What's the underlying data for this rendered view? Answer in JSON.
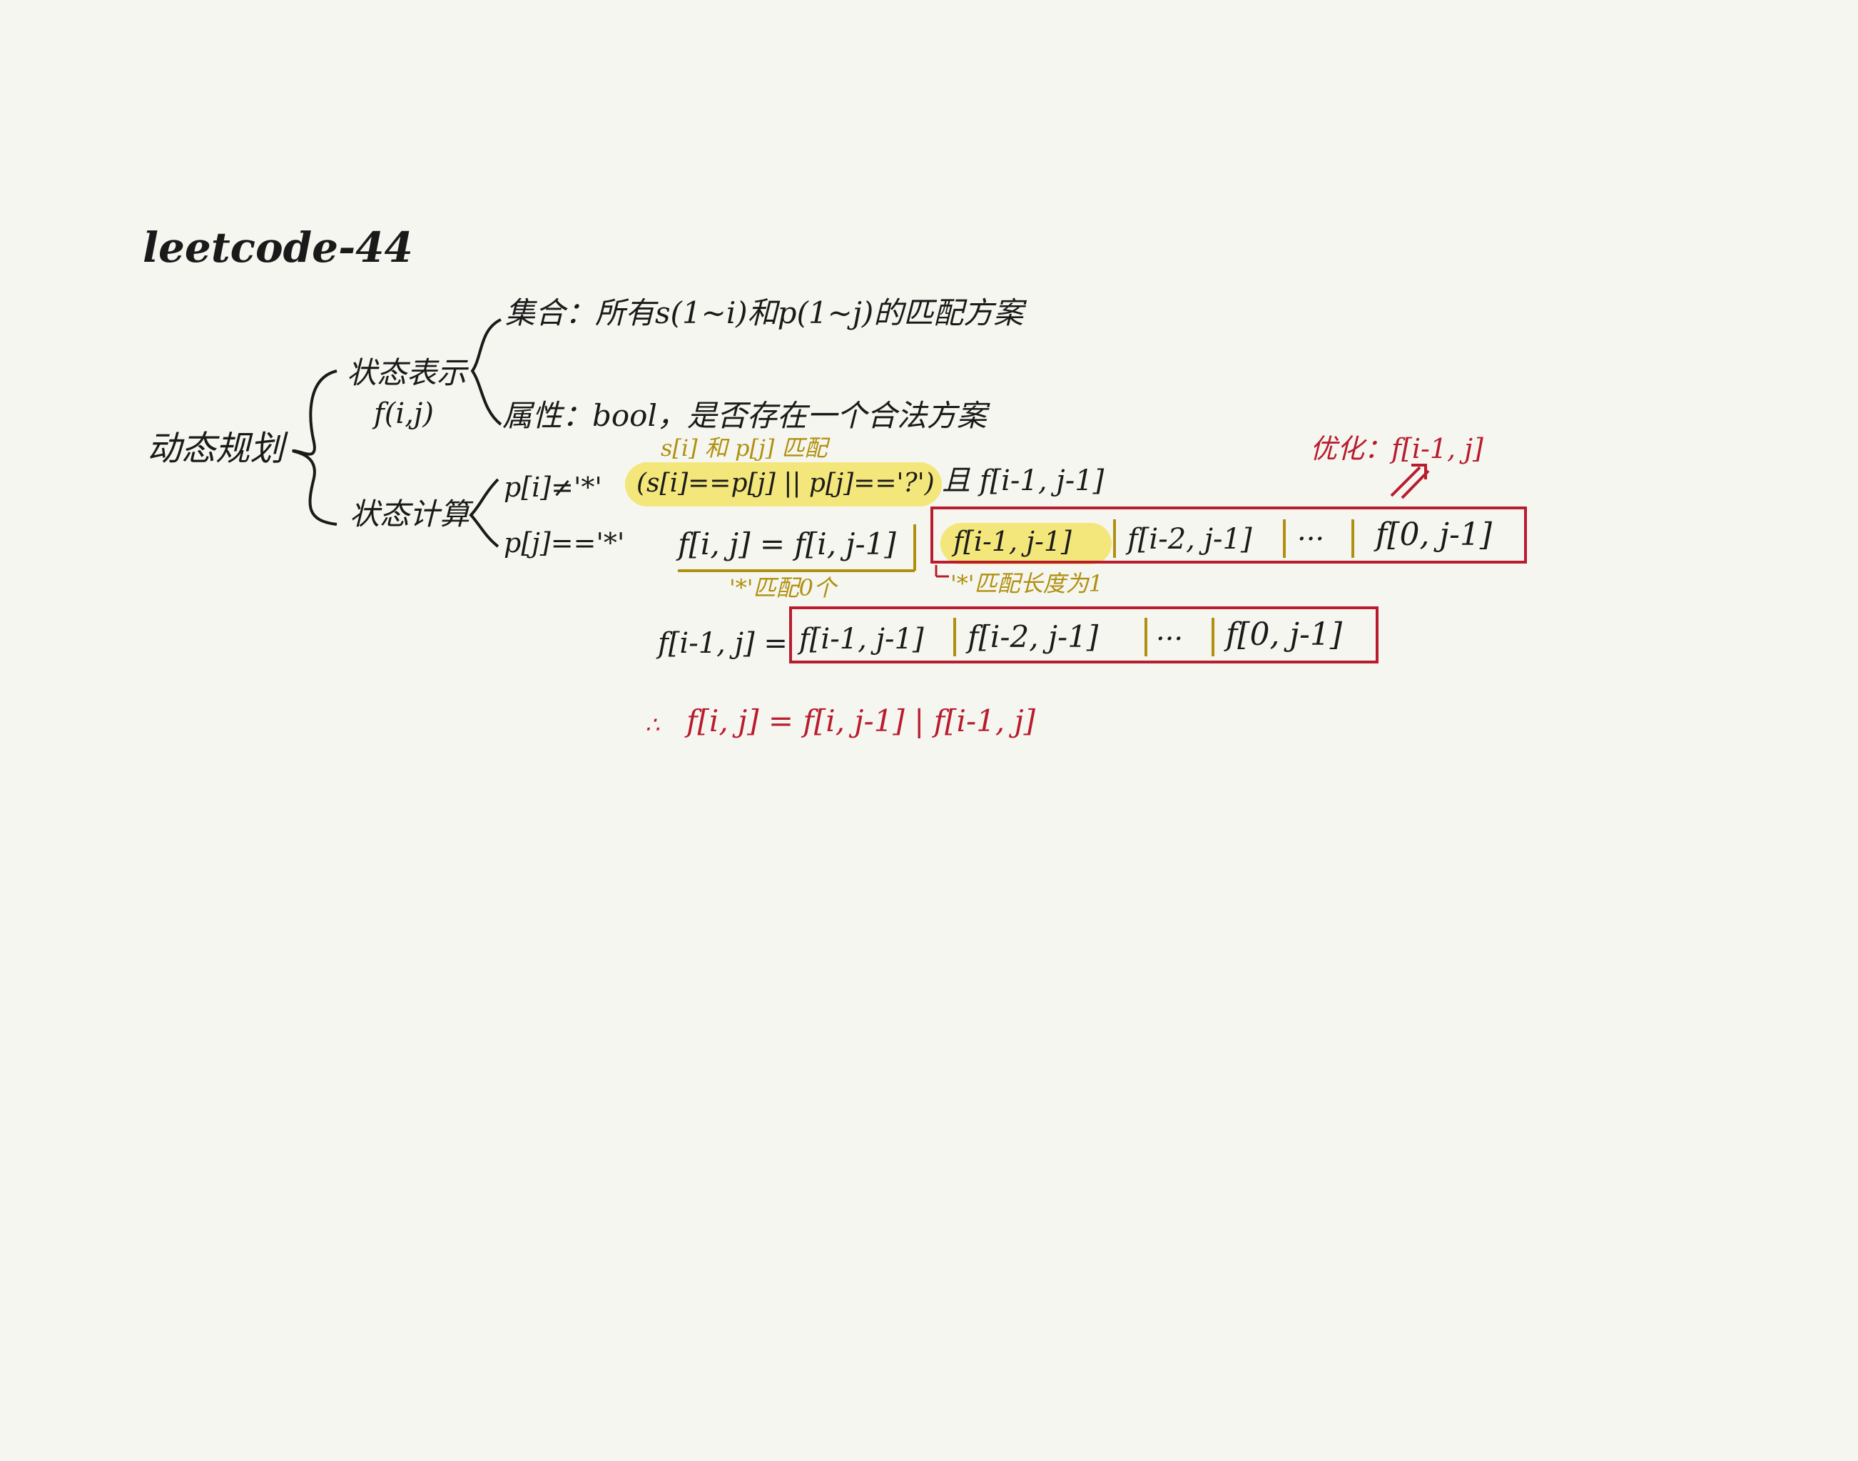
{
  "title": "leetcode-44",
  "root": "动态规划",
  "state_repr": {
    "label": "状态表示",
    "sub": "f(i,j)",
    "set": "集合：所有s(1~i)和p(1~j)的匹配方案",
    "attr": "属性：bool，是否存在一个合法方案"
  },
  "state_calc": {
    "label": "状态计算",
    "case1": {
      "cond": "p[i]≠'*'",
      "note": "s[i] 和 p[j] 匹配",
      "expr": "(s[i]==p[j] || p[j]=='?')",
      "tail": "且 f[i-1, j-1]"
    },
    "case2": {
      "cond": "p[j]=='*'",
      "lhs": "f[i, j] = f[i, j-1]",
      "lhs_note": "'*'匹配0个",
      "terms": [
        "f[i-1, j-1]",
        "f[i-2, j-1]",
        "···",
        "f[0, j-1]"
      ],
      "term_note": "'*'匹配长度为1",
      "optimize": "优化：f[i-1, j]"
    },
    "expand": {
      "lhs": "f[i-1, j] =",
      "terms": [
        "f[i-1, j-1]",
        "f[i-2, j-1]",
        "···",
        "f[0, j-1]"
      ]
    },
    "result": {
      "therefore": "∴",
      "formula": "f[i, j] = f[i, j-1]  |  f[i-1, j]"
    }
  },
  "colors": {
    "ink": "#1a1a1a",
    "red": "#b81c2e",
    "gold": "#b09010",
    "highlight": "#f3e67a",
    "paper": "#f6f6f0"
  }
}
